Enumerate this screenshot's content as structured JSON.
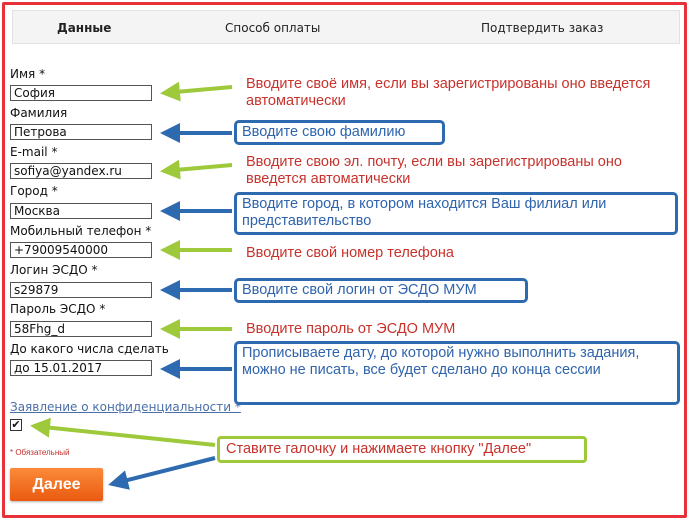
{
  "tabs": [
    "Данные",
    "Способ оплаты",
    "Подтвердить заказ"
  ],
  "form": {
    "name": {
      "label": "Имя",
      "value": "София",
      "required": true
    },
    "surname": {
      "label": "Фамилия",
      "value": "Петрова",
      "required": false
    },
    "email": {
      "label": "E-mail",
      "value": "sofiya@yandex.ru",
      "required": true
    },
    "city": {
      "label": "Город",
      "value": "Москва",
      "required": true
    },
    "phone": {
      "label": "Мобильный телефон",
      "value": "+79009540000",
      "required": true
    },
    "login": {
      "label": "Логин ЭСДО",
      "value": "s29879",
      "required": true
    },
    "password": {
      "label": "Пароль ЭСДО",
      "value": "58Fhg_d",
      "required": true
    },
    "deadline": {
      "label": "До какого числа сделать",
      "value": "до 15.01.2017",
      "required": false
    },
    "required_mark": "*",
    "privacy_link": "Заявление о конфиденциальности *",
    "privacy_checked": true,
    "checkmark": "✔",
    "mandatory_note": "* Обязательный",
    "submit_label": "Далее"
  },
  "notes": {
    "name": "Вводите своё имя, если вы зарегистрированы оно введется автоматически",
    "surname": "Вводите свою фамилию",
    "email": "Вводите свою эл. почту, если вы зарегистрированы оно введется автоматически",
    "city": "Вводите город, в котором находится Ваш филиал или представительство",
    "phone": "Вводите свой номер телефона",
    "login": "Вводите свой логин от ЭСДО МУМ",
    "password": "Вводите пароль от ЭСДО МУМ",
    "deadline": "Прописываете дату, до которой нужно выполнить задания, можно не писать, все будет сделано до конца сессии",
    "checkbox": "Ставите галочку и нажимаете кнопку \"Далее\""
  },
  "colors": {
    "frame": "#e8323a",
    "annotation_red": "#c8322c",
    "annotation_blue": "#2f64ad",
    "arrow_green": "#9dc93a",
    "arrow_blue": "#2e6ab0",
    "button": "#f07020"
  }
}
